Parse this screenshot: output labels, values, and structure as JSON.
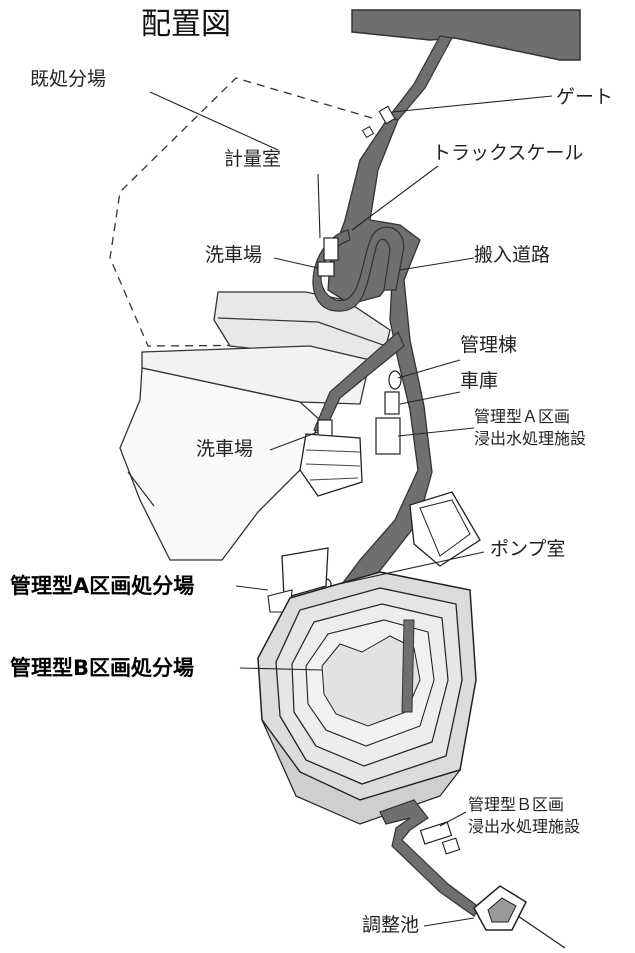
{
  "title": "配置図",
  "labels": {
    "kishobunjo": "既処分場",
    "gate": "ゲート",
    "keiryoshitsu": "計量室",
    "truck_scale": "トラックスケール",
    "senshajo_upper": "洗車場",
    "hannyu_doro": "搬入道路",
    "kanri_to": "管理棟",
    "shako": "車庫",
    "a_shinshutsu_line1": "管理型Ａ区画",
    "a_shinshutsu_line2": "浸出水処理施設",
    "senshajo_lower": "洗車場",
    "pump_shitsu": "ポンプ室",
    "a_shobunjo": "管理型A区画処分場",
    "b_shobunjo": "管理型B区画処分場",
    "b_shinshutsu_line1": "管理型Ｂ区画",
    "b_shinshutsu_line2": "浸出水処理施設",
    "choseichi": "調整池"
  }
}
